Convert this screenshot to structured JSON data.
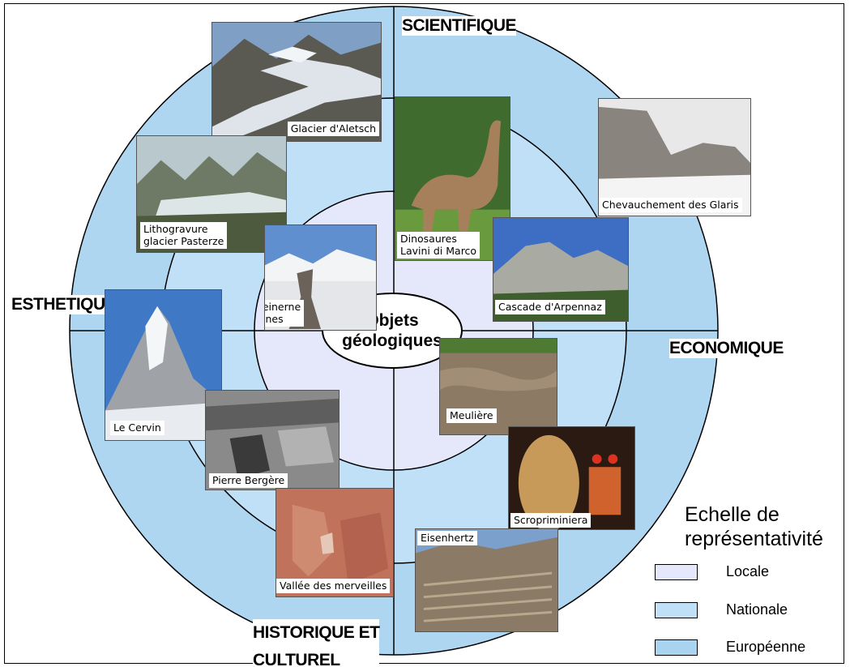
{
  "center_label": "Objets\ngéologiques",
  "axes": {
    "top": "SCIENTIFIQUE",
    "left": "ESTHETIQUE",
    "right": "ECONOMIQUE",
    "bottom": "HISTORIQUE ET\nCULTUREL"
  },
  "legend": {
    "title": "Echelle de\nreprésentativité",
    "items": [
      {
        "label": "Locale",
        "color": "#e4e8fa"
      },
      {
        "label": "Nationale",
        "color": "#bfe0f6"
      },
      {
        "label": "Européenne",
        "color": "#a9d4f0"
      }
    ]
  },
  "photos": [
    {
      "name": "glacier-aletsch",
      "caption": "Glacier d'Aletsch"
    },
    {
      "name": "lithogravure",
      "caption": "Lithogravure\nglacier Pasterze"
    },
    {
      "name": "steinerne",
      "caption": "Steinerne\nAgnes"
    },
    {
      "name": "dinosaures",
      "caption": "Dinosaures\nLavini di Marco"
    },
    {
      "name": "chevauchement",
      "caption": "Chevauchement des Glaris"
    },
    {
      "name": "cascade",
      "caption": "Cascade d'Arpennaz"
    },
    {
      "name": "cervin",
      "caption": "Le Cervin"
    },
    {
      "name": "meuliere",
      "caption": "Meulière"
    },
    {
      "name": "pierre-bergere",
      "caption": "Pierre Bergère"
    },
    {
      "name": "scropriminiera",
      "caption": "Scropriminiera"
    },
    {
      "name": "vallee",
      "caption": "Vallée des merveilles"
    },
    {
      "name": "eisenhertz",
      "caption": "Eisenhertz"
    }
  ],
  "colors": {
    "outer_ring": "#aed6f1",
    "middle_ring": "#bfe0f6",
    "inner_circle": "#e4e8fa"
  }
}
